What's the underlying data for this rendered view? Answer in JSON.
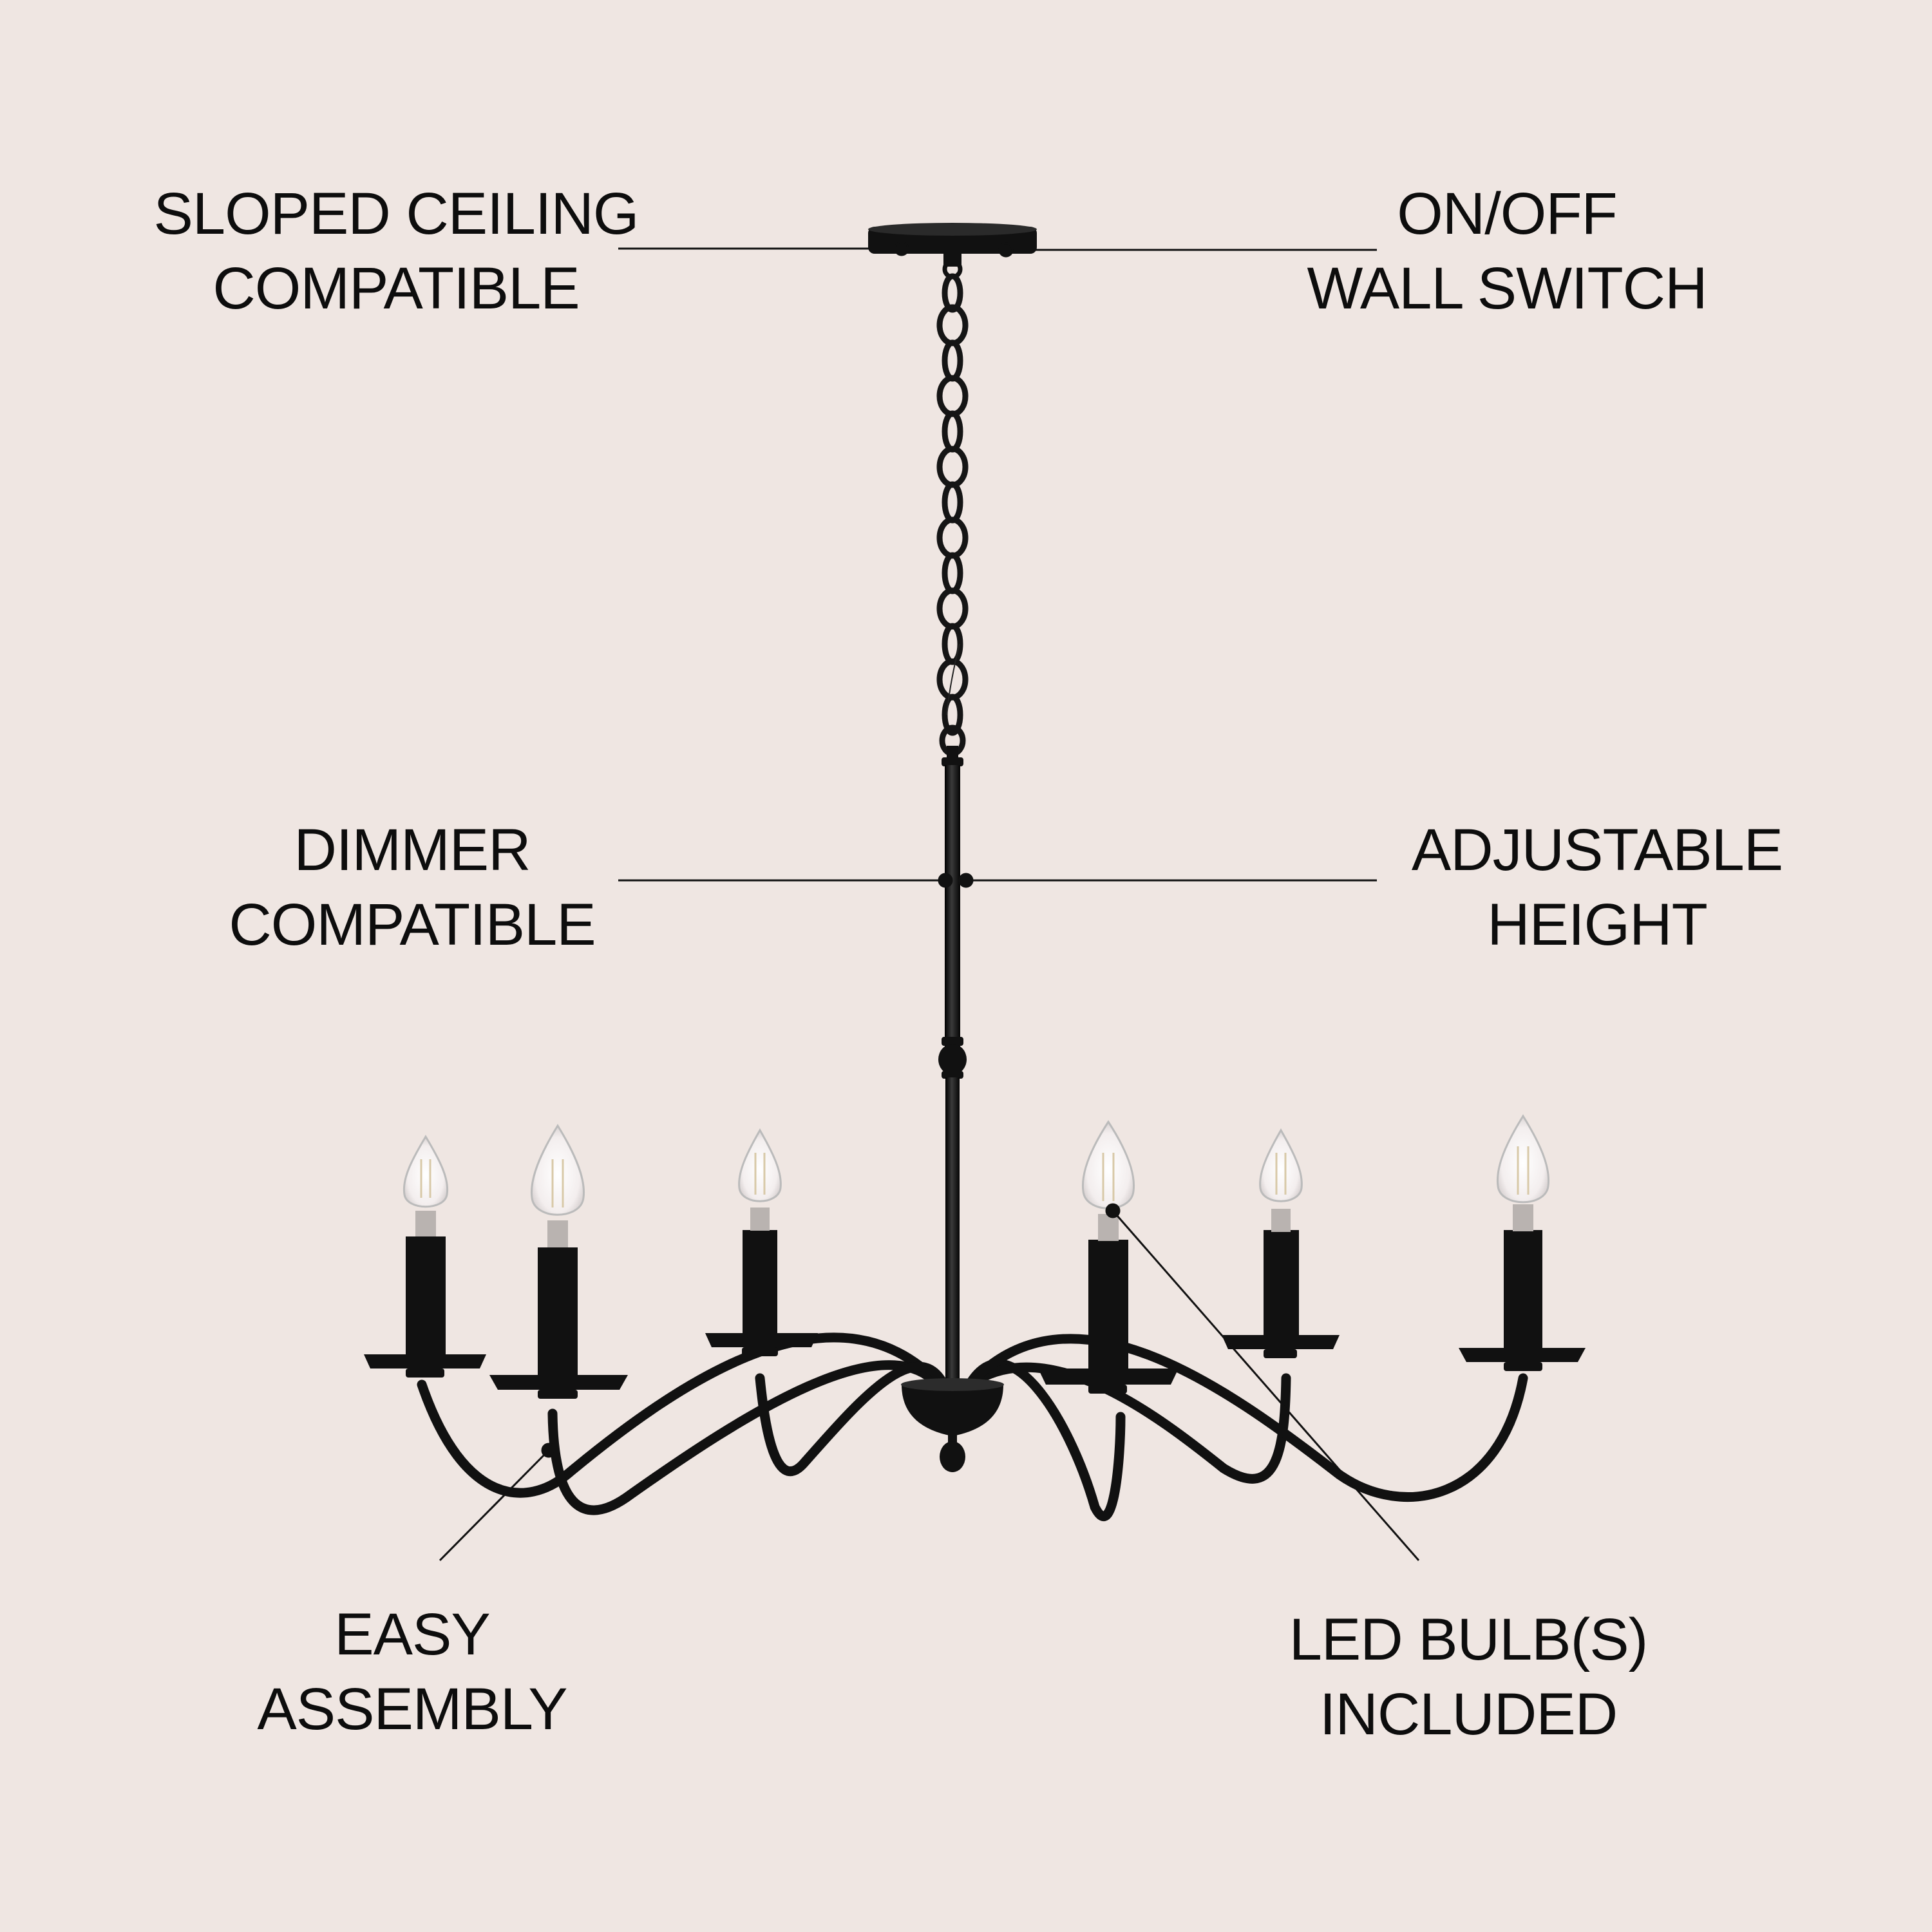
{
  "background_color": "#efe6e2",
  "ink_color": "#0d0d0d",
  "product": "six-arm candle chandelier",
  "callouts": {
    "sloped_ceiling": {
      "line1": "SLOPED CEILING",
      "line2": "COMPATIBLE"
    },
    "wall_switch": {
      "line1": "ON/OFF",
      "line2": "WALL SWITCH"
    },
    "dimmer": {
      "line1": "DIMMER",
      "line2": "COMPATIBLE"
    },
    "adjustable_height": {
      "line1": "ADJUSTABLE",
      "line2": "HEIGHT"
    },
    "easy_assembly": {
      "line1": "EASY",
      "line2": "ASSEMBLY"
    },
    "led_bulbs": {
      "line1": "LED BULB(S)",
      "line2": "INCLUDED"
    }
  }
}
